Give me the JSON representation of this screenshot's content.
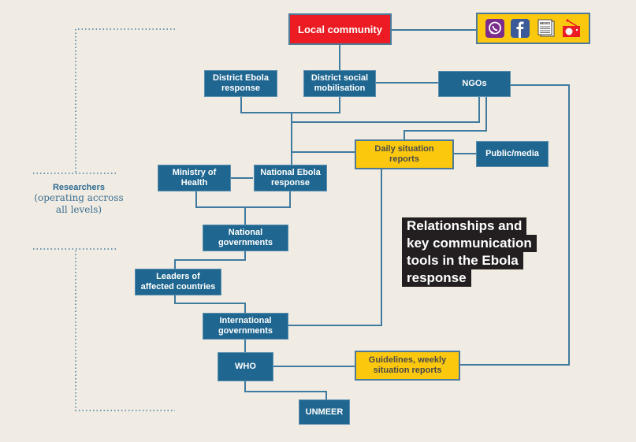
{
  "title": {
    "lines": [
      "Relationships and",
      "key communication",
      "tools in the Ebola",
      "response"
    ]
  },
  "researchers": {
    "label": "Researchers",
    "note_line1": "(operating accross",
    "note_line2": "all levels)"
  },
  "communication_icons": [
    "whatsapp-icon",
    "facebook-icon",
    "newspaper-icon",
    "radio-icon"
  ],
  "news_label": "NEWS",
  "nodes": {
    "local_community": "Local community",
    "district_ebola": [
      "District Ebola",
      "response"
    ],
    "district_social": [
      "District social",
      "mobilisation"
    ],
    "ngos": "NGOs",
    "daily_reports": [
      "Daily situation",
      "reports"
    ],
    "public_media": "Public/media",
    "ministry_health": [
      "Ministry of",
      "Health"
    ],
    "national_ebola": [
      "National Ebola",
      "response"
    ],
    "national_govts": [
      "National",
      "governments"
    ],
    "leaders": [
      "Leaders of",
      "affected countries"
    ],
    "international_govts": [
      "International",
      "governments"
    ],
    "who": "WHO",
    "guidelines": [
      "Guidelines, weekly",
      "situation reports"
    ],
    "unmeer": "UNMEER"
  },
  "colors": {
    "background": "#f0ece3",
    "node_blue": "#1f6690",
    "node_red": "#ed1c24",
    "node_yellow": "#fcc80d",
    "line": "#3f7aa0",
    "title_bg": "#231f20"
  }
}
